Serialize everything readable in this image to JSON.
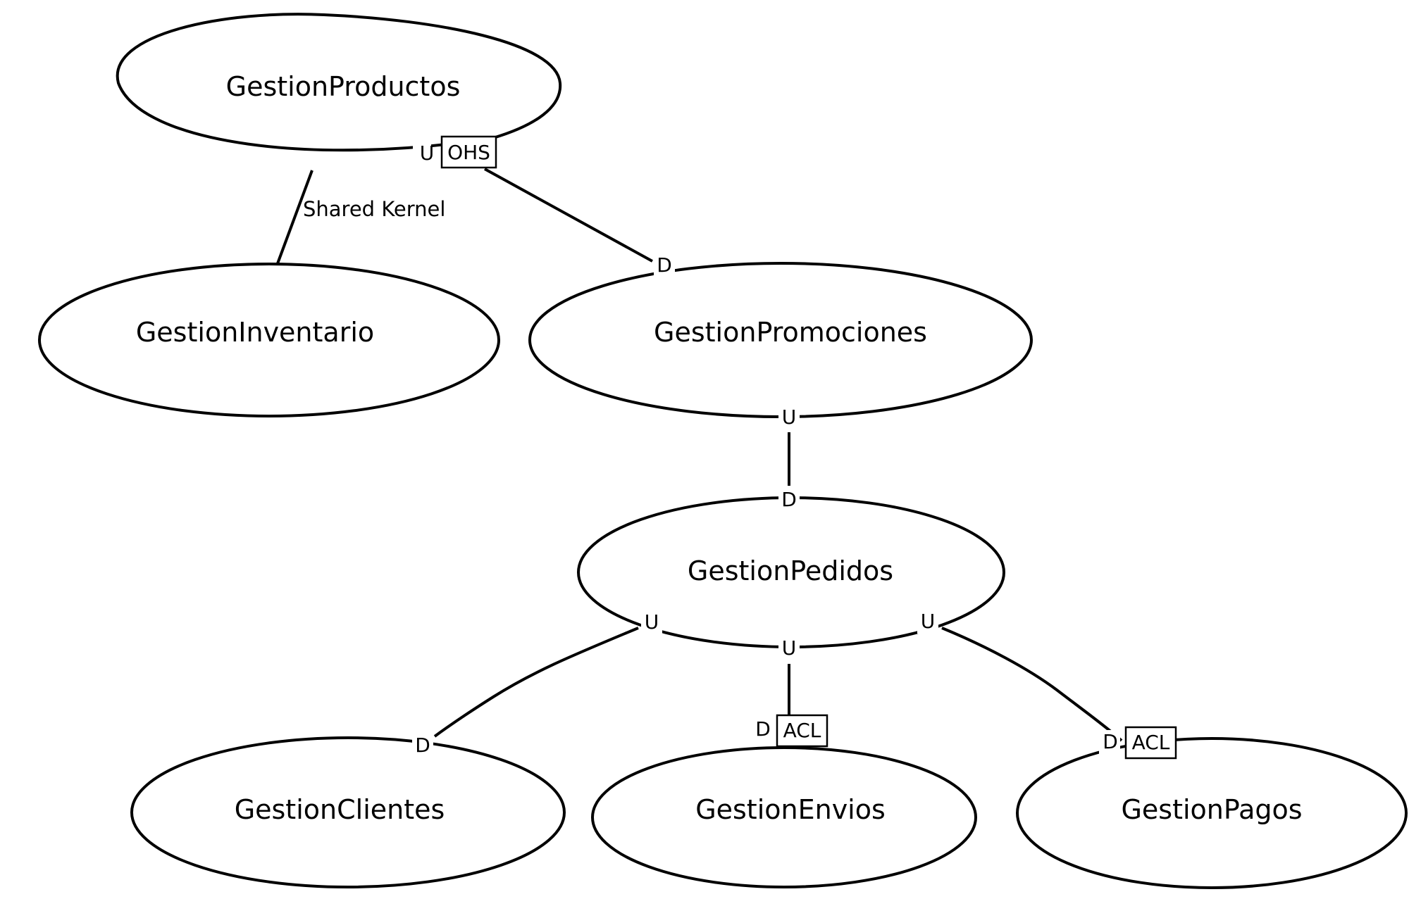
{
  "contexts": {
    "productos": "GestionProductos",
    "inventario": "GestionInventario",
    "promociones": "GestionPromociones",
    "pedidos": "GestionPedidos",
    "clientes": "GestionClientes",
    "envios": "GestionEnvios",
    "pagos": "GestionPagos"
  },
  "relations": {
    "productos_inventario": {
      "label": "Shared Kernel"
    },
    "productos_promociones": {
      "upstream": "U",
      "upstream_pattern": "OHS",
      "downstream": "D"
    },
    "promociones_pedidos": {
      "upstream": "U",
      "downstream": "D"
    },
    "pedidos_clientes": {
      "upstream": "U",
      "downstream": "D"
    },
    "pedidos_envios": {
      "upstream": "U",
      "downstream": "D",
      "downstream_pattern": "ACL"
    },
    "pedidos_pagos": {
      "upstream": "U",
      "downstream": "D",
      "downstream_pattern": "ACL"
    }
  }
}
